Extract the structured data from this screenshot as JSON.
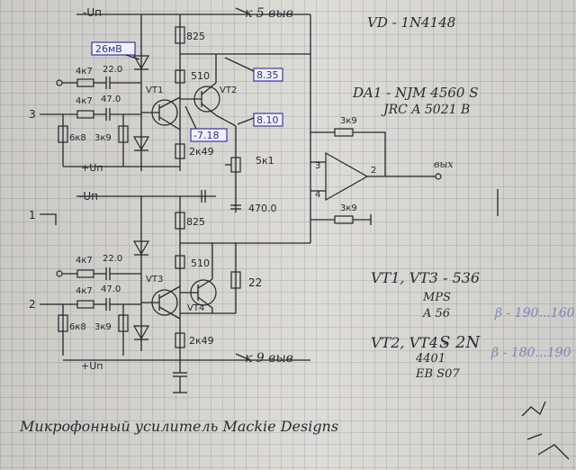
{
  "top": {
    "rail": "-Uп",
    "to_pin": "к 5 выв"
  },
  "header": {
    "vd": "VD - 1N4148"
  },
  "opamp": {
    "da1": "DA1 - NJM 4560 S",
    "alt": "JRC  A 5021 B",
    "feedback_r": "3к9",
    "in_r": "3к9",
    "pin_plus": "3",
    "pin_minus": "4",
    "pin_out": "2",
    "out_label": "вых"
  },
  "channel1": {
    "input": "3",
    "r1": "4к7",
    "c1": "22.0",
    "r2": "4к7",
    "c2": "47.0",
    "r_shunt1": "6к8",
    "r_shunt2": "3к9",
    "r_top": "825",
    "r_mid": "510",
    "r_emit": "2к49",
    "vt1": "VT1",
    "vt2": "VT2",
    "rail_bottom": "+Uп",
    "volt1": "26мВ",
    "volt2": "8.35",
    "volt3": "8.10",
    "volt4": "-7.18"
  },
  "middle": {
    "pin1": "1",
    "rail": "-Uп",
    "pot": "5к1",
    "cap": "470.0",
    "r22": "22"
  },
  "channel2": {
    "input": "2",
    "r1": "4к7",
    "c1": "22.0",
    "r2": "4к7",
    "c2": "47.0",
    "r_shunt1": "6к8",
    "r_shunt2": "3к9",
    "r_top": "825",
    "r_mid": "510",
    "r_emit": "2к49",
    "vt3": "VT3",
    "vt4": "VT4",
    "rail_bottom": "+Uп",
    "to_pin": "к 9 выв"
  },
  "parts": {
    "vt13": "VT1, VT3 - 536",
    "mps": "MPS",
    "a56": "A 56",
    "beta1": "β - 190...160",
    "vt24a": "VT2, VT4 - ",
    "vt24b": "S 2N",
    "p4401": "4401",
    "eb": "EB S07",
    "beta2": "β - 180...190"
  },
  "footer": {
    "title": "Микрофонный усилитель     Mackie Designs"
  }
}
